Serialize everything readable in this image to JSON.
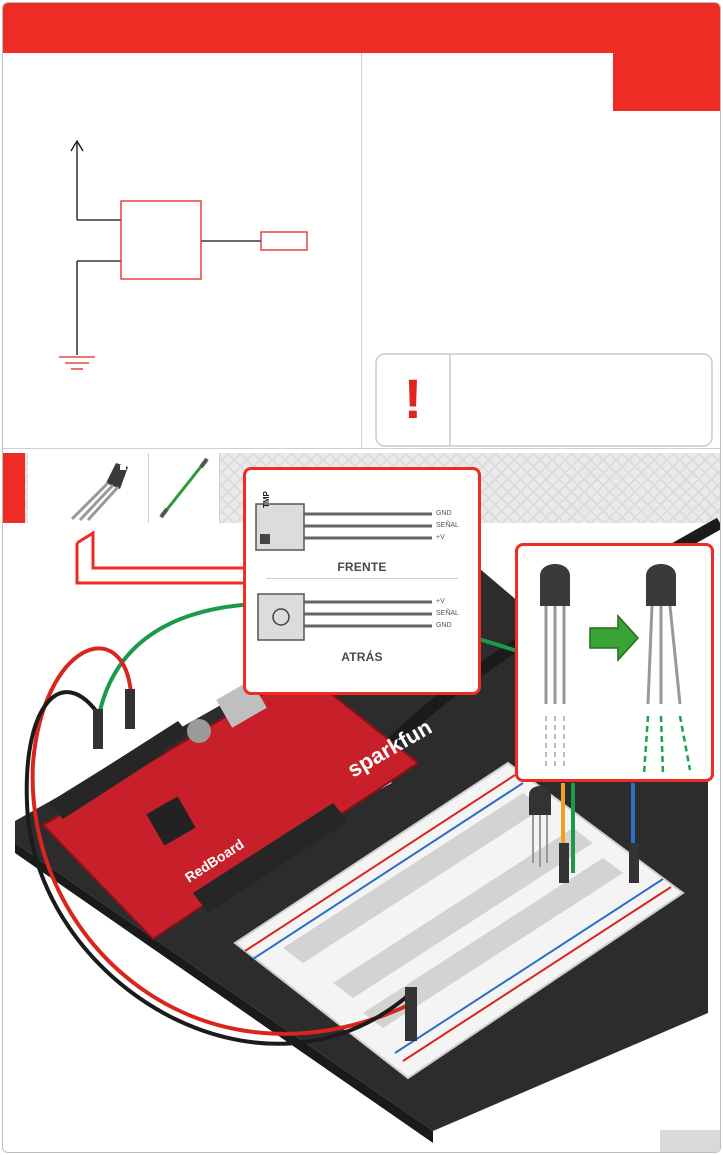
{
  "colors": {
    "brand_red": "#ee2b24",
    "board_red": "#c8202a",
    "base_dark": "#2c2c2c",
    "wire_green": "#1a9a4a",
    "wire_red": "#d9261c",
    "wire_black": "#1b1b1b",
    "bent_leg_green": "#1aa34a"
  },
  "warning": {
    "icon": "exclamation-icon",
    "mark": "!"
  },
  "parts": [
    {
      "name": "tmp36-sensor-icon"
    },
    {
      "name": "jumper-wire-icon"
    }
  ],
  "sensor_callout": {
    "front_label": "FRENTE",
    "back_label": "ATRÁS",
    "front_chip_text": "TMP",
    "front_pins": [
      "GND",
      "SEÑAL",
      "+V"
    ],
    "back_pins": [
      "+V",
      "SEÑAL",
      "GND"
    ]
  },
  "board": {
    "silkscreen": "RedBoard",
    "base_brand": "sparkfun"
  }
}
